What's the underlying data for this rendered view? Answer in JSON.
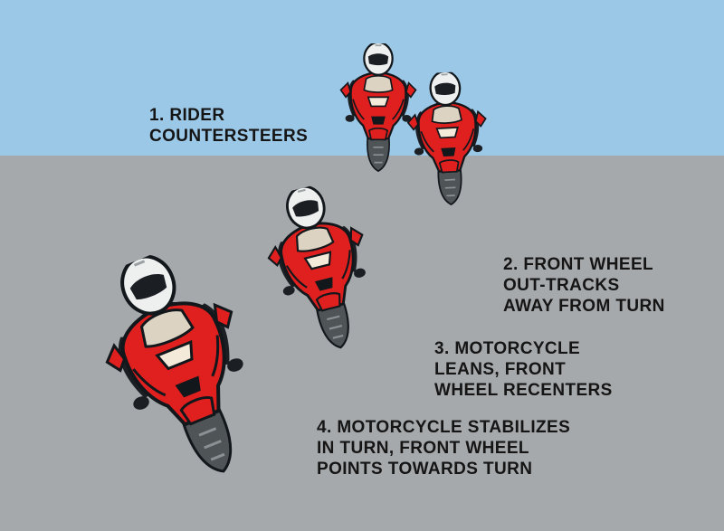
{
  "colors": {
    "sky": "#9cc8e8",
    "road": "#a6a9ab",
    "fairing": "#e0201e",
    "outline": "#12171c",
    "windscreen": "#ddd3c2",
    "helmet": "#eef0f0"
  },
  "steps": [
    {
      "id": "step-1",
      "lines": [
        "1. RIDER",
        "COUNTERSTEERS"
      ]
    },
    {
      "id": "step-2",
      "lines": [
        "2. FRONT WHEEL",
        "OUT-TRACKS",
        "AWAY FROM TURN"
      ]
    },
    {
      "id": "step-3",
      "lines": [
        "3. MOTORCYCLE",
        "LEANS, FRONT",
        "WHEEL RECENTERS"
      ]
    },
    {
      "id": "step-4",
      "lines": [
        "4. MOTORCYCLE STABILIZES",
        "IN TURN, FRONT WHEEL",
        "POINTS TOWARDS TURN"
      ]
    }
  ]
}
